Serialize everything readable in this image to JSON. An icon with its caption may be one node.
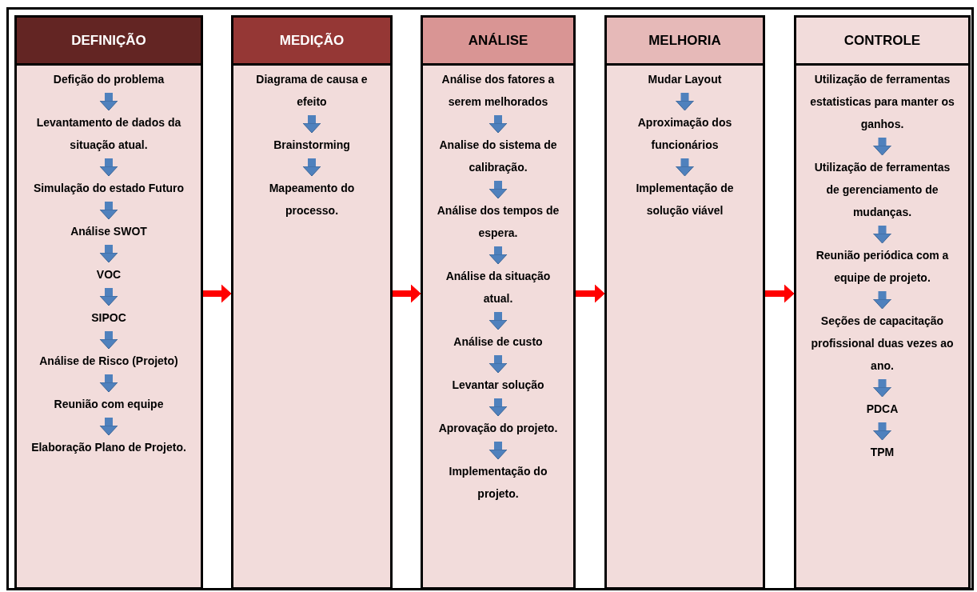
{
  "diagram": {
    "nodes": [
      {
        "text": [
          "DEFINIÇÃO"
        ]
      },
      {
        "text": [
          "Defição do problema"
        ],
        "in": 0
      },
      {
        "text": [
          "Levantamento de dados da situação atual."
        ],
        "in": 0
      },
      {
        "text": [
          "Simulação do estado Futuro"
        ],
        "in": 0
      },
      {
        "text": [
          "Análise SWOT"
        ],
        "in": 0
      },
      {
        "text": [
          "VOC"
        ],
        "in": 0
      },
      {
        "text": [
          "SIPOC"
        ],
        "in": 0
      },
      {
        "text": [
          "Análise de Risco (Projeto)"
        ],
        "in": 0
      },
      {
        "text": [
          "Reunião com equipe"
        ],
        "in": 0
      },
      {
        "text": [
          "Elaboração Plano de Projeto."
        ],
        "in": 0
      },
      {
        "text": [
          "MEDIÇÃO"
        ]
      },
      {
        "text": [
          "Diagrama de causa e efeito"
        ],
        "in": 10
      },
      {
        "text": [
          "Brainstorming"
        ],
        "in": 10
      },
      {
        "text": [
          "Mapeamento do processo."
        ],
        "in": 10
      },
      {
        "text": [
          "ANÁLISE"
        ]
      },
      {
        "text": [
          "Análise dos fatores a serem melhorados"
        ],
        "in": 14
      },
      {
        "text": [
          "Analise do sistema de calibração."
        ],
        "in": 14
      },
      {
        "text": [
          "Análise dos tempos de espera."
        ],
        "in": 14
      },
      {
        "text": [
          "Análise da situação atual."
        ],
        "in": 14
      },
      {
        "text": [
          "Análise de custo"
        ],
        "in": 14
      },
      {
        "text": [
          "Levantar solução"
        ],
        "in": 14
      },
      {
        "text": [
          "Aprovação do projeto."
        ],
        "in": 14
      },
      {
        "text": [
          "Implementação do projeto."
        ],
        "in": 14
      },
      {
        "text": [
          "MELHORIA"
        ]
      },
      {
        "text": [
          "Mudar Layout"
        ],
        "in": 23
      },
      {
        "text": [
          "Aproximação dos funcionários"
        ],
        "in": 23
      },
      {
        "text": [
          "Implementação de solução viável"
        ],
        "in": 23
      },
      {
        "text": [
          "CONTROLE"
        ]
      },
      {
        "text": [
          "Utilização de ferramentas estatisticas para manter os ganhos."
        ],
        "in": 27
      },
      {
        "text": [
          "Utilização de ferramentas de gerenciamento de mudanças."
        ],
        "in": 27
      },
      {
        "text": [
          "Reunião periódica com a equipe de projeto."
        ],
        "in": 27
      },
      {
        "text": [
          "Seções de capacitação profissional duas vezes ao ano."
        ],
        "in": 27
      },
      {
        "text": [
          "PDCA"
        ],
        "in": 27
      },
      {
        "text": [
          "TPM"
        ],
        "in": 27
      }
    ],
    "edges": [
      {
        "from": 1,
        "to": 2,
        "arrow": "to"
      },
      {
        "from": 2,
        "to": 3,
        "arrow": "to"
      },
      {
        "from": 3,
        "to": 4,
        "arrow": "to"
      },
      {
        "from": 4,
        "to": 5,
        "arrow": "to"
      },
      {
        "from": 5,
        "to": 6,
        "arrow": "to"
      },
      {
        "from": 6,
        "to": 7,
        "arrow": "to"
      },
      {
        "from": 7,
        "to": 8,
        "arrow": "to"
      },
      {
        "from": 8,
        "to": 9,
        "arrow": "to"
      },
      {
        "from": 11,
        "to": 12,
        "arrow": "to"
      },
      {
        "from": 12,
        "to": 13,
        "arrow": "to"
      },
      {
        "from": 15,
        "to": 16,
        "arrow": "to"
      },
      {
        "from": 16,
        "to": 17,
        "arrow": "to"
      },
      {
        "from": 17,
        "to": 18,
        "arrow": "to"
      },
      {
        "from": 18,
        "to": 19,
        "arrow": "to"
      },
      {
        "from": 19,
        "to": 20,
        "arrow": "to"
      },
      {
        "from": 20,
        "to": 21,
        "arrow": "to"
      },
      {
        "from": 21,
        "to": 22,
        "arrow": "to"
      },
      {
        "from": 24,
        "to": 25,
        "arrow": "to"
      },
      {
        "from": 25,
        "to": 26,
        "arrow": "to"
      },
      {
        "from": 28,
        "to": 29,
        "arrow": "to"
      },
      {
        "from": 29,
        "to": 30,
        "arrow": "to"
      },
      {
        "from": 30,
        "to": 31,
        "arrow": "to"
      },
      {
        "from": 31,
        "to": 32,
        "arrow": "to"
      },
      {
        "from": 32,
        "to": 33,
        "arrow": "to"
      },
      {
        "from": 0,
        "to": 10,
        "arrow": "to",
        "color": "#ff0000"
      },
      {
        "from": 10,
        "to": 14,
        "arrow": "to",
        "color": "#ff0000"
      },
      {
        "from": 14,
        "to": 23,
        "arrow": "to",
        "color": "#ff0000"
      },
      {
        "from": 23,
        "to": 27,
        "arrow": "to",
        "color": "#ff0000"
      }
    ]
  }
}
